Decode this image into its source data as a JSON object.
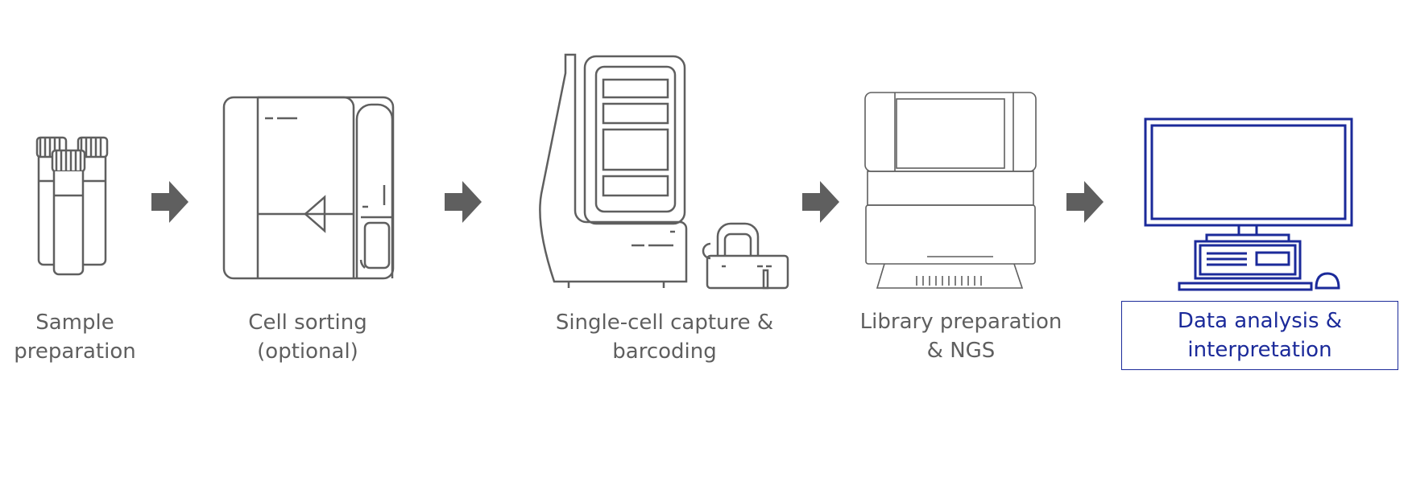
{
  "steps": [
    {
      "line1": "Sample",
      "line2": "preparation"
    },
    {
      "line1": "Cell sorting",
      "line2": "(optional)"
    },
    {
      "line1": "Single-cell capture &",
      "line2": "barcoding"
    },
    {
      "line1": "Library preparation",
      "line2": "& NGS"
    },
    {
      "line1": "Data analysis &",
      "line2": "interpretation"
    }
  ],
  "colors": {
    "gray": "#5f5f5f",
    "highlight": "#1b2a9a"
  },
  "icons": [
    "sample-tubes-icon",
    "cell-sorter-icon",
    "single-cell-capture-instrument-icon",
    "sequencer-icon",
    "computer-workstation-icon"
  ]
}
